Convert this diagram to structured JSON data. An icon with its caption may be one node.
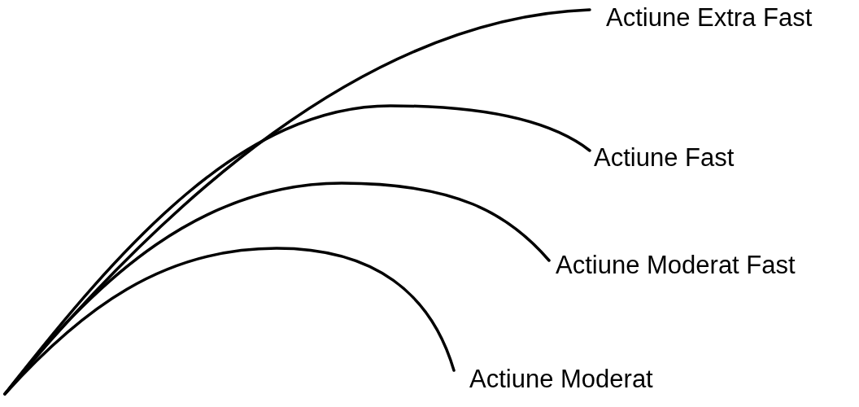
{
  "diagram": {
    "labels": [
      "Actiune Extra Fast",
      "Actiune Fast",
      "Actiune Moderat Fast",
      "Actiune Moderat"
    ]
  }
}
